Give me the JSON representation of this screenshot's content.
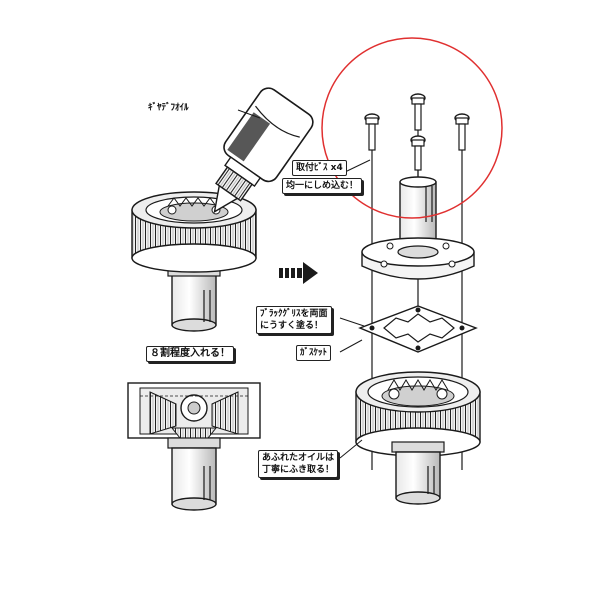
{
  "labels": {
    "gear_oil": "ｷﾞﾔﾃﾞﾌｵｲﾙ",
    "screw_spec": "取付ﾋﾞｽ x4",
    "tighten_evenly": "均一にしめ込む！",
    "grease_line1": "ﾌﾞﾗｯｸｸﾞﾘｽを両面",
    "grease_line2": "にうすく塗る！",
    "gasket": "ｶﾞｽｹｯﾄ",
    "fill_80": "８割程度入れる！",
    "wipe_line1": "あふれたオイルは",
    "wipe_line2": "丁寧にふき取る！"
  },
  "colors": {
    "highlight_circle": "#e03030",
    "line": "#1a1a1a",
    "fill_light": "#f4f4f4",
    "fill_mid": "#cfcfcf",
    "fill_dark": "#8a8a8a"
  },
  "icons": {
    "direction_arrow": "arrow-right-icon"
  }
}
